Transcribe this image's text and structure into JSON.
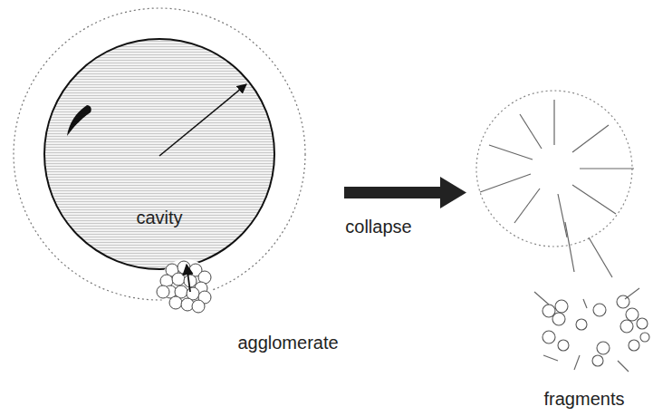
{
  "diagram": {
    "nodes": [
      {
        "text": [
          "cavity"
        ]
      }
    ],
    "labels": [
      "collapse",
      "agglomerate",
      "fragments"
    ]
  }
}
